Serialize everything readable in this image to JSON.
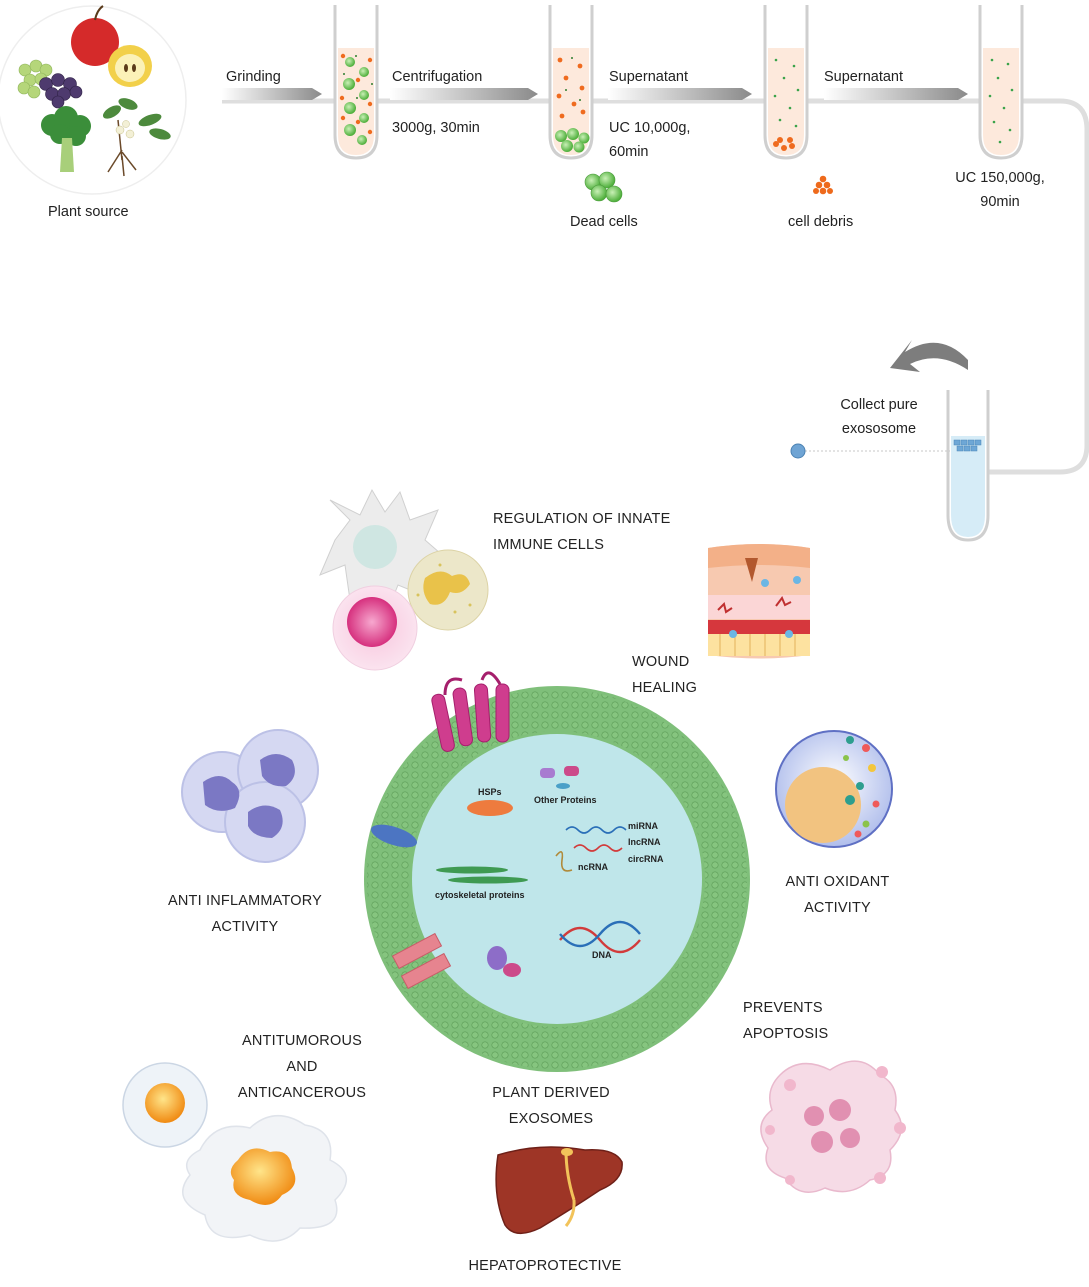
{
  "steps": {
    "plant_source": "Plant source",
    "grinding": "Grinding",
    "centrifugation": "Centrifugation",
    "centrifugation_params": "3000g, 30min",
    "supernatant_1": "Supernatant",
    "uc1_speed": "UC 10,000g,",
    "uc1_time": "60min",
    "dead_cells": "Dead cells",
    "supernatant_2": "Supernatant",
    "cell_debris": "cell debris",
    "uc2_speed": "UC 150,000g,",
    "uc2_time": "90min",
    "collect_line1": "Collect pure",
    "collect_line2": "exososome"
  },
  "exosome": {
    "hsps": "HSPs",
    "other_proteins": "Other Proteins",
    "mirna": "miRNA",
    "lncrna": "lncRNA",
    "circrna": "circRNA",
    "ncrna": "ncRNA",
    "cytoskeletal": "cytoskeletal proteins",
    "dna": "DNA"
  },
  "benefits": {
    "innate_1": "REGULATION OF INNATE",
    "innate_2": "IMMUNE CELLS",
    "wound_1": "WOUND",
    "wound_2": "HEALING",
    "anti_inflam_1": "ANTI INFLAMMATORY",
    "anti_inflam_2": "ACTIVITY",
    "anti_ox_1": "ANTI OXIDANT",
    "anti_ox_2": "ACTIVITY",
    "apoptosis_1": "PREVENTS",
    "apoptosis_2": "APOPTOSIS",
    "tumor_1": "ANTITUMOROUS",
    "tumor_2": "AND",
    "tumor_3": "ANTICANCEROUS",
    "plant_exo_1": "PLANT DERIVED",
    "plant_exo_2": "EXOSOMES",
    "hepato": "HEPATOPROTECTIVE"
  },
  "colors": {
    "membrane": "#7fbf7a",
    "lumen": "#bfe6ea",
    "arrow": "#9a9a9a",
    "flow_line": "#d9d9d9",
    "tube_fill": "#fde9dc"
  },
  "icons": [
    "plant-source-icon",
    "test-tube-icon",
    "arrow-icon",
    "dead-cells-icon",
    "cell-debris-icon",
    "exosome-particle-icon",
    "dendritic-cell-icon",
    "skin-tissue-icon",
    "neutrophil-icon",
    "antioxidant-cell-icon",
    "exosome-vesicle-icon",
    "tumor-cell-icon",
    "apoptotic-cell-icon",
    "liver-icon"
  ]
}
